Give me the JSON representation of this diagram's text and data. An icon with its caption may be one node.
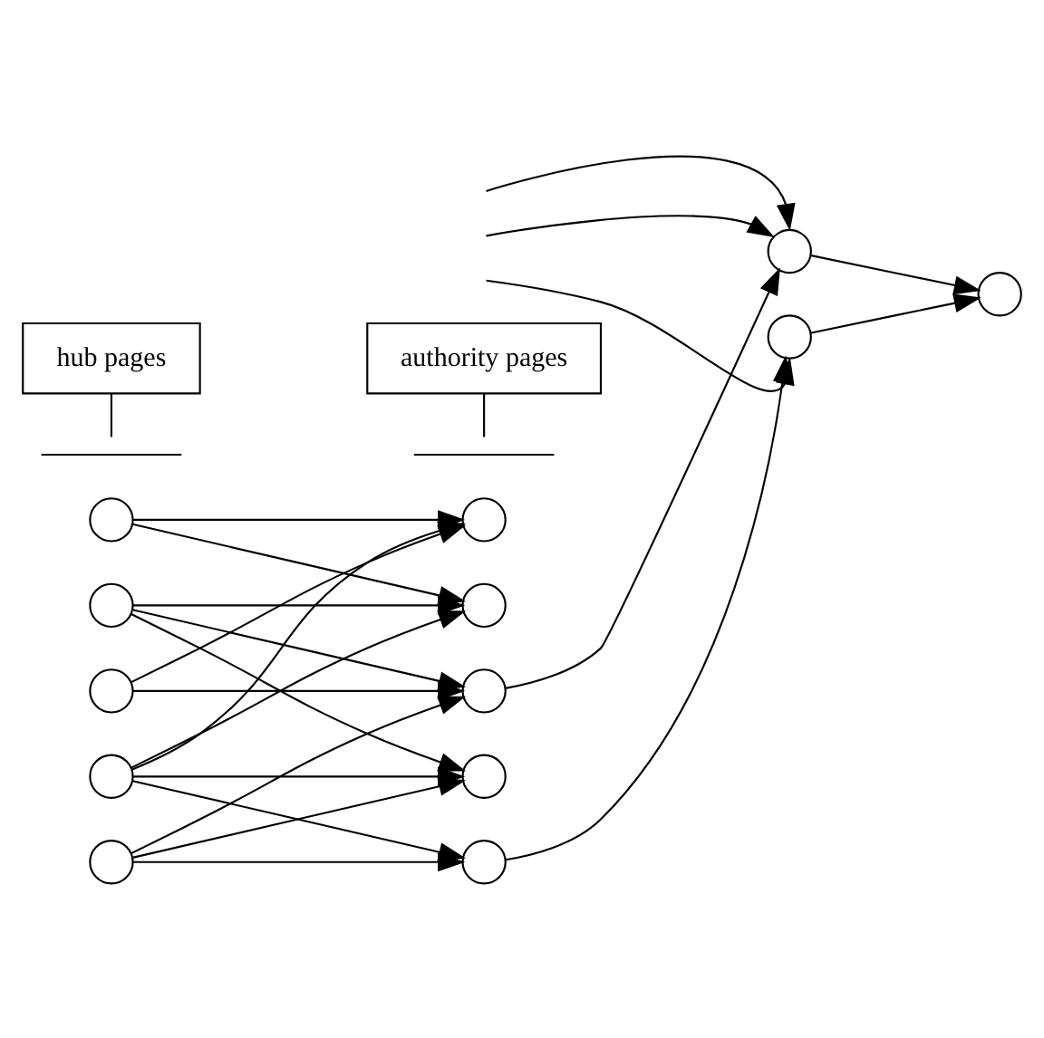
{
  "diagram": {
    "nodes": [
      {
        "text": [
          "hub pages"
        ]
      },
      {
        "text": [
          "authority pages"
        ]
      },
      {
        "text": [],
        "shape": "brace"
      },
      {
        "text": [],
        "shape": "brace"
      },
      {
        "text": [],
        "shape": "circle"
      },
      {
        "text": [],
        "shape": "circle"
      },
      {
        "text": [],
        "shape": "circle"
      },
      {
        "text": [],
        "shape": "circle"
      },
      {
        "text": [],
        "shape": "circle"
      },
      {
        "text": [],
        "shape": "circle"
      },
      {
        "text": [],
        "shape": "circle"
      },
      {
        "text": [],
        "shape": "circle"
      },
      {
        "text": [],
        "shape": "circle"
      },
      {
        "text": [],
        "shape": "circle"
      },
      {
        "text": [],
        "shape": "circle"
      },
      {
        "text": [],
        "shape": "circle"
      },
      {
        "text": [],
        "shape": "circle"
      }
    ],
    "edges": [
      {
        "from": 0,
        "to": 2,
        "arrow": "none"
      },
      {
        "from": 1,
        "to": 3,
        "arrow": "none"
      },
      {
        "from": 4,
        "to": 9,
        "arrow": "to"
      },
      {
        "from": 4,
        "to": 10,
        "arrow": "to"
      },
      {
        "from": 5,
        "to": 10,
        "arrow": "to"
      },
      {
        "from": 5,
        "to": 11,
        "arrow": "to"
      },
      {
        "from": 5,
        "to": 12,
        "arrow": "to"
      },
      {
        "from": 6,
        "to": 9,
        "arrow": "to"
      },
      {
        "from": 6,
        "to": 11,
        "arrow": "to"
      },
      {
        "from": 7,
        "to": 9,
        "arrow": "to"
      },
      {
        "from": 7,
        "to": 10,
        "arrow": "to"
      },
      {
        "from": 7,
        "to": 12,
        "arrow": "to"
      },
      {
        "from": 7,
        "to": 13,
        "arrow": "to"
      },
      {
        "from": 8,
        "to": 11,
        "arrow": "to"
      },
      {
        "from": 8,
        "to": 12,
        "arrow": "to"
      },
      {
        "from": 8,
        "to": 13,
        "arrow": "to"
      },
      {
        "from": null,
        "to": 14,
        "arrow": "to"
      },
      {
        "from": 11,
        "to": 14,
        "arrow": "to"
      },
      {
        "from": null,
        "to": 14,
        "arrow": "to"
      },
      {
        "from": 14,
        "to": 16,
        "arrow": "to"
      },
      {
        "from": 13,
        "to": 15,
        "arrow": "to"
      },
      {
        "from": 15,
        "to": 16,
        "arrow": "to"
      },
      {
        "from": null,
        "to": 15,
        "arrow": "to"
      }
    ]
  }
}
